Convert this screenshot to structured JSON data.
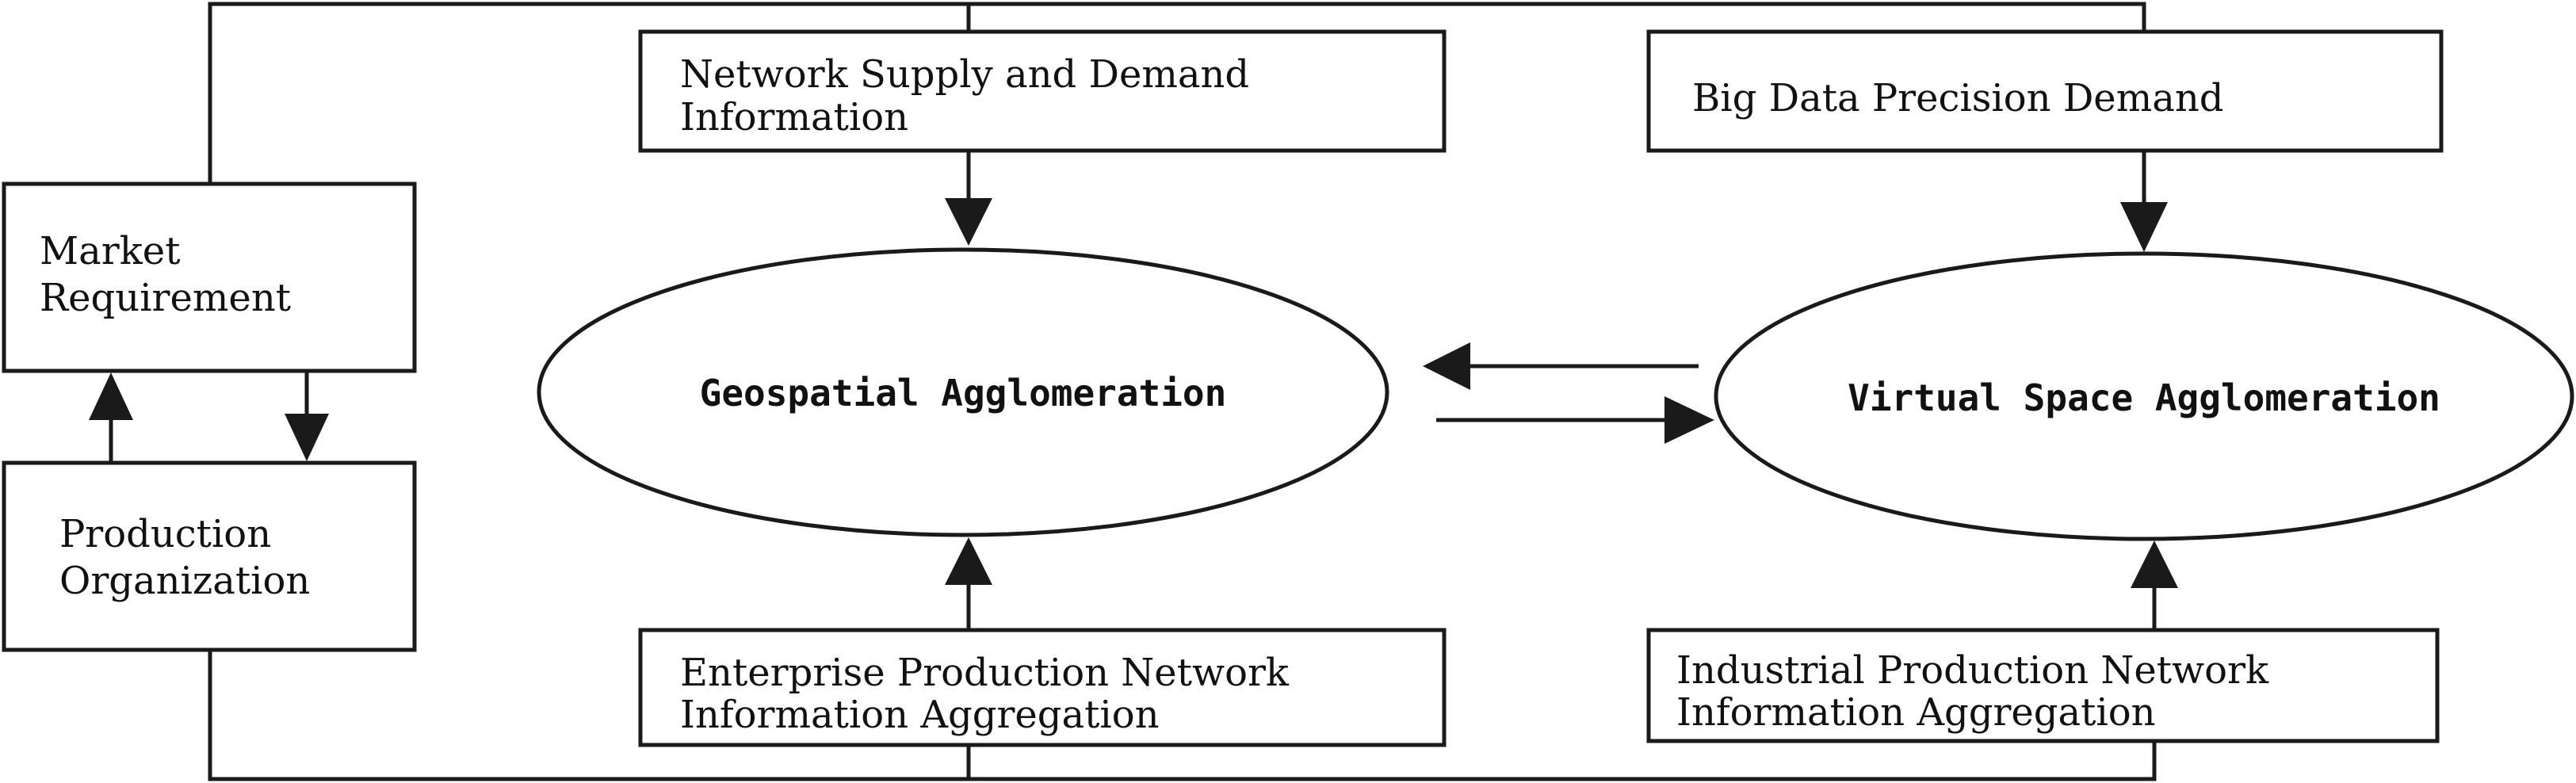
{
  "nodes": {
    "network_supply": {
      "line1": "Network Supply and Demand",
      "line2": "Information"
    },
    "big_data": {
      "line1": "Big Data Precision Demand"
    },
    "market": {
      "line1": "Market",
      "line2": "Requirement"
    },
    "production_org": {
      "line1": "Production",
      "line2": "Organization"
    },
    "enterprise": {
      "line1": "Enterprise Production Network",
      "line2": "Information Aggregation"
    },
    "industrial": {
      "line1": "Industrial Production Network",
      "line2": "Information Aggregation"
    },
    "geospatial": {
      "label": "Geospatial Agglomeration"
    },
    "virtual": {
      "label": "Virtual Space Agglomeration"
    }
  },
  "colors": {
    "stroke": "#1a1a1a",
    "text": "#111111",
    "background": "#ffffff"
  }
}
